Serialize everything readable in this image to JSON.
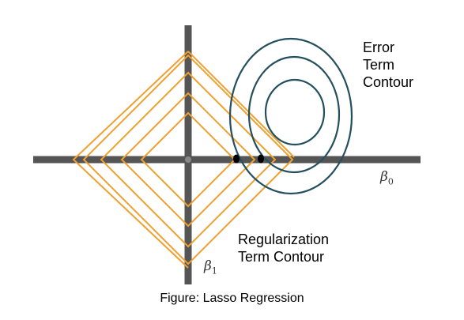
{
  "labels": {
    "error_line1": "Error",
    "error_line2": "Term",
    "error_line3": "Contour",
    "reg_line1": "Regularization",
    "reg_line2": "Term Contour",
    "beta0_symbol": "β",
    "beta0_sub": "0",
    "beta1_symbol": "β",
    "beta1_sub": "1"
  },
  "caption": "Figure: Lasso Regression",
  "colors": {
    "axis": "#555555",
    "diamond": "#F0A030",
    "ellipse": "#244F5E",
    "tangent_point": "#000000"
  }
}
